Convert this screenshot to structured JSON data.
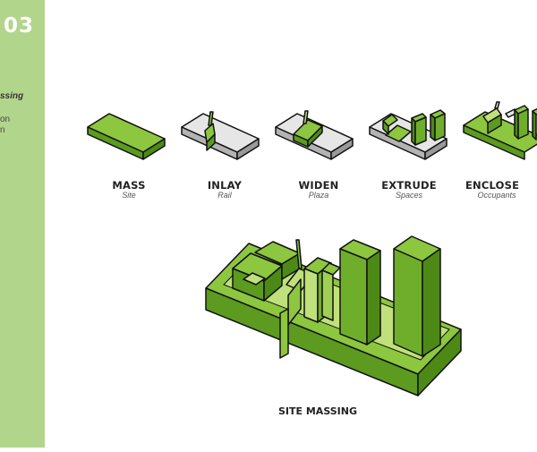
{
  "sidebar": {
    "page_number": "03",
    "title_fragment": "ssing",
    "line1": "on",
    "line2": "n"
  },
  "steps": [
    {
      "label": "MASS",
      "sub": "Site"
    },
    {
      "label": "INLAY",
      "sub": "Rail"
    },
    {
      "label": "WIDEN",
      "sub": "Plaza"
    },
    {
      "label": "EXTRUDE",
      "sub": "Spaces"
    },
    {
      "label": "ENCLOSE",
      "sub": "Occupants"
    }
  ],
  "main_label": "SITE MASSING",
  "colors": {
    "sidebar": "#b2d58c",
    "green_top": "#8dc63f",
    "green_side": "#5c9a20",
    "green_light": "#bfe07a",
    "grey_top": "#e6e6e6",
    "grey_side": "#b3b3b3",
    "outline": "#111111"
  }
}
